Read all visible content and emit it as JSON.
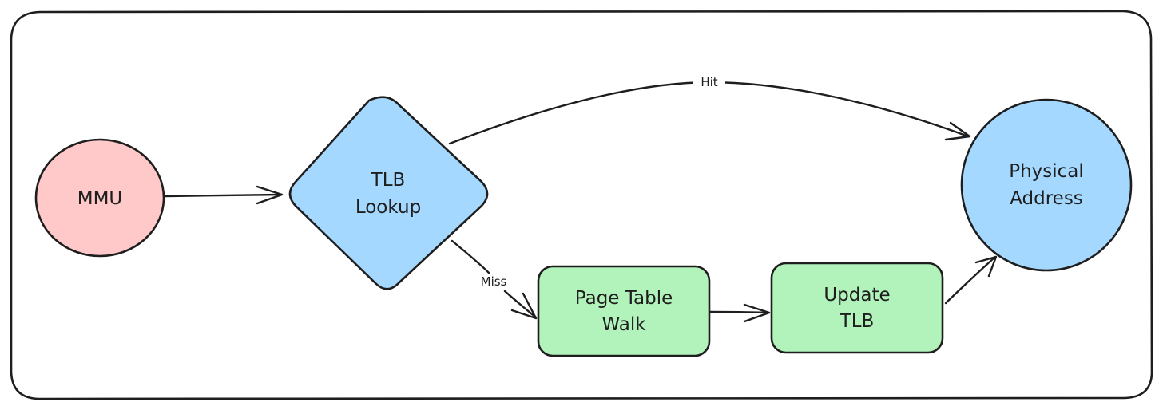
{
  "colors": {
    "stroke": "#1e1e1e",
    "start_fill": "#ffc9c9",
    "decision_fill": "#a5d8ff",
    "end_fill": "#a5d8ff",
    "process_fill": "#b2f2bb",
    "background": "#ffffff"
  },
  "nodes": {
    "mmu": {
      "label": "MMU",
      "shape": "circle"
    },
    "tlb_lookup": {
      "line1": "TLB",
      "line2": "Lookup",
      "shape": "diamond"
    },
    "physical_address": {
      "line1": "Physical",
      "line2": "Address",
      "shape": "circle"
    },
    "page_table_walk": {
      "line1": "Page Table",
      "line2": "Walk",
      "shape": "rounded-rectangle"
    },
    "update_tlb": {
      "line1": "Update",
      "line2": "TLB",
      "shape": "rounded-rectangle"
    }
  },
  "edges": {
    "hit_label": "Hit",
    "miss_label": "Miss"
  }
}
